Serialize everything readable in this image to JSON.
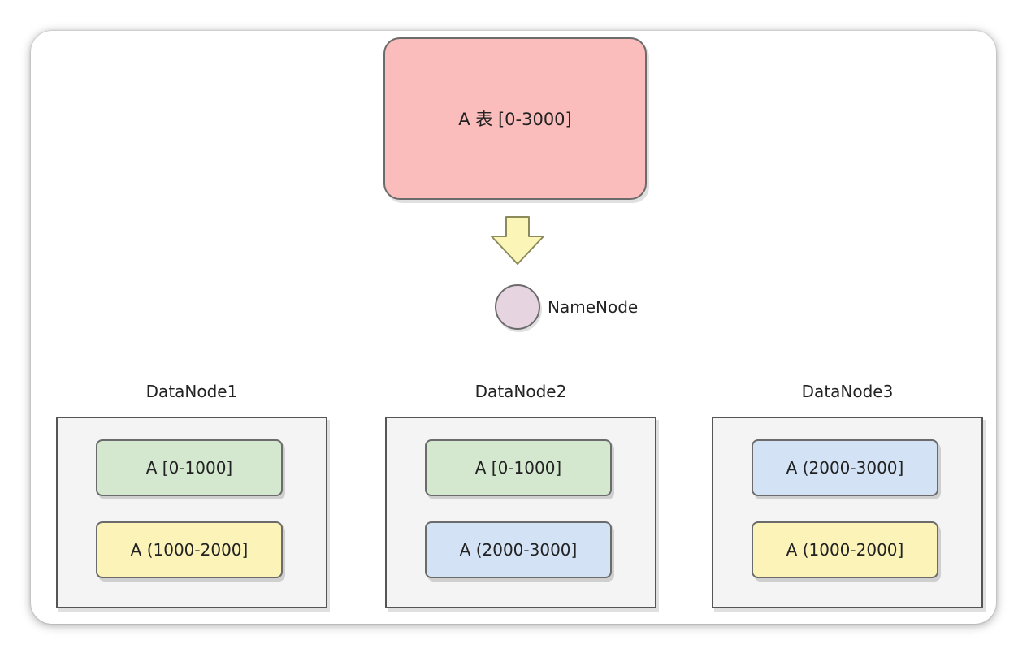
{
  "table": {
    "label": "A 表 [0-3000]"
  },
  "name_node": {
    "label": "NameNode"
  },
  "data_nodes": [
    {
      "label": "DataNode1",
      "blocks": [
        {
          "label": "A [0-1000]",
          "color": "#d4e8cf"
        },
        {
          "label": "A (1000-2000]",
          "color": "#fbf3b8"
        }
      ]
    },
    {
      "label": "DataNode2",
      "blocks": [
        {
          "label": "A [0-1000]",
          "color": "#d4e8cf"
        },
        {
          "label": "A (2000-3000]",
          "color": "#d3e2f5"
        }
      ]
    },
    {
      "label": "DataNode3",
      "blocks": [
        {
          "label": "A (2000-3000]",
          "color": "#d3e2f5"
        },
        {
          "label": "A (1000-2000]",
          "color": "#fbf3b8"
        }
      ]
    }
  ],
  "colors": {
    "table_fill": "#fbbcbc",
    "arrow_fill": "#fbf6b8",
    "name_node_fill": "#e6d5e0",
    "data_node_fill": "#f4f4f4"
  }
}
